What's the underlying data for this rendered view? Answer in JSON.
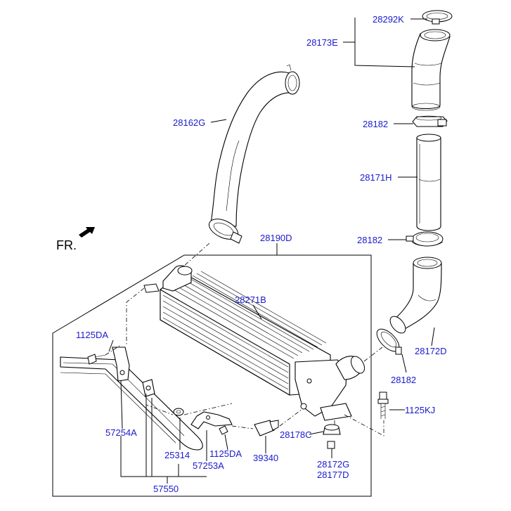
{
  "direction_label": "FR.",
  "colors": {
    "label": "#1a1acd",
    "line": "#000000",
    "background": "#ffffff"
  },
  "callouts": {
    "c28292K": "28292K",
    "c28173E": "28173E",
    "c28162G": "28162G",
    "c28182_top": "28182",
    "c28171H": "28171H",
    "c28182_mid": "28182",
    "c28190D": "28190D",
    "c28271B": "28271B",
    "c1125DA_left": "1125DA",
    "c28172D": "28172D",
    "c28182_bot": "28182",
    "c1125KJ": "1125KJ",
    "c57254A": "57254A",
    "c28178C": "28178C",
    "c25314": "25314",
    "c1125DA_bot": "1125DA",
    "c39340": "39340",
    "c57253A": "57253A",
    "c28172G": "28172G",
    "c28177D": "28177D",
    "c57550": "57550"
  }
}
